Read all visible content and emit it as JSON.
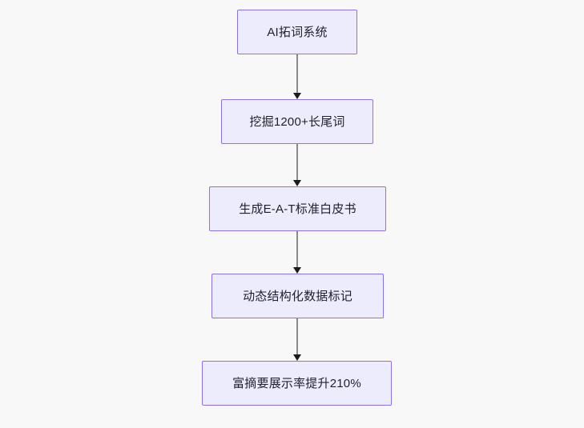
{
  "diagram": {
    "type": "flowchart",
    "direction": "top-to-bottom",
    "background_color": "#f8f8f8",
    "node_fill_color": "#ececfd",
    "node_border_color": "#9370db",
    "node_text_color": "#1f1f2e",
    "edge_line_color": "#8a8a8a",
    "edge_arrow_color": "#1b1b1b",
    "nodes": [
      {
        "id": "n1",
        "label": "AI拓词系统"
      },
      {
        "id": "n2",
        "label": "挖掘1200+长尾词"
      },
      {
        "id": "n3",
        "label": "生成E-A-T标准白皮书"
      },
      {
        "id": "n4",
        "label": "动态结构化数据标记"
      },
      {
        "id": "n5",
        "label": "富摘要展示率提升210%"
      }
    ],
    "edges": [
      {
        "id": "e1",
        "from": "n1",
        "to": "n2"
      },
      {
        "id": "e2",
        "from": "n2",
        "to": "n3"
      },
      {
        "id": "e3",
        "from": "n3",
        "to": "n4"
      },
      {
        "id": "e4",
        "from": "n4",
        "to": "n5"
      }
    ]
  }
}
